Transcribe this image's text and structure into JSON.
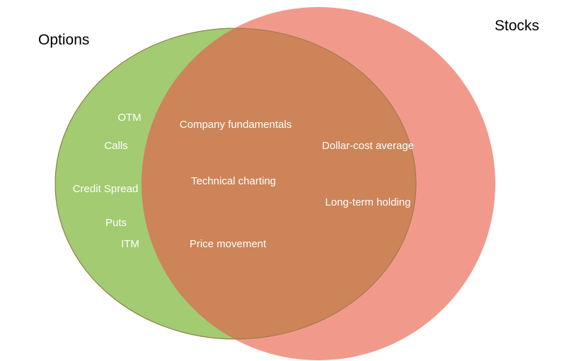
{
  "diagram": {
    "type": "venn",
    "colors": {
      "options_fill": "#a2cb72",
      "options_stroke": "#6a9a3f",
      "stocks_fill": "#f19a8b",
      "overlap_fill": "#cc8458",
      "overlap_stroke": "#9a7a4a",
      "item_text": "#ffffff"
    },
    "sets": {
      "options": {
        "label": "Options"
      },
      "stocks": {
        "label": "Stocks"
      }
    },
    "items": {
      "options_only": [
        "OTM",
        "Calls",
        "Credit Spread",
        "Puts",
        "ITM"
      ],
      "both": [
        "Company fundamentals",
        "Technical charting",
        "Price movement"
      ],
      "stocks_only": [
        "Dollar-cost average",
        "Long-term holding"
      ]
    }
  }
}
